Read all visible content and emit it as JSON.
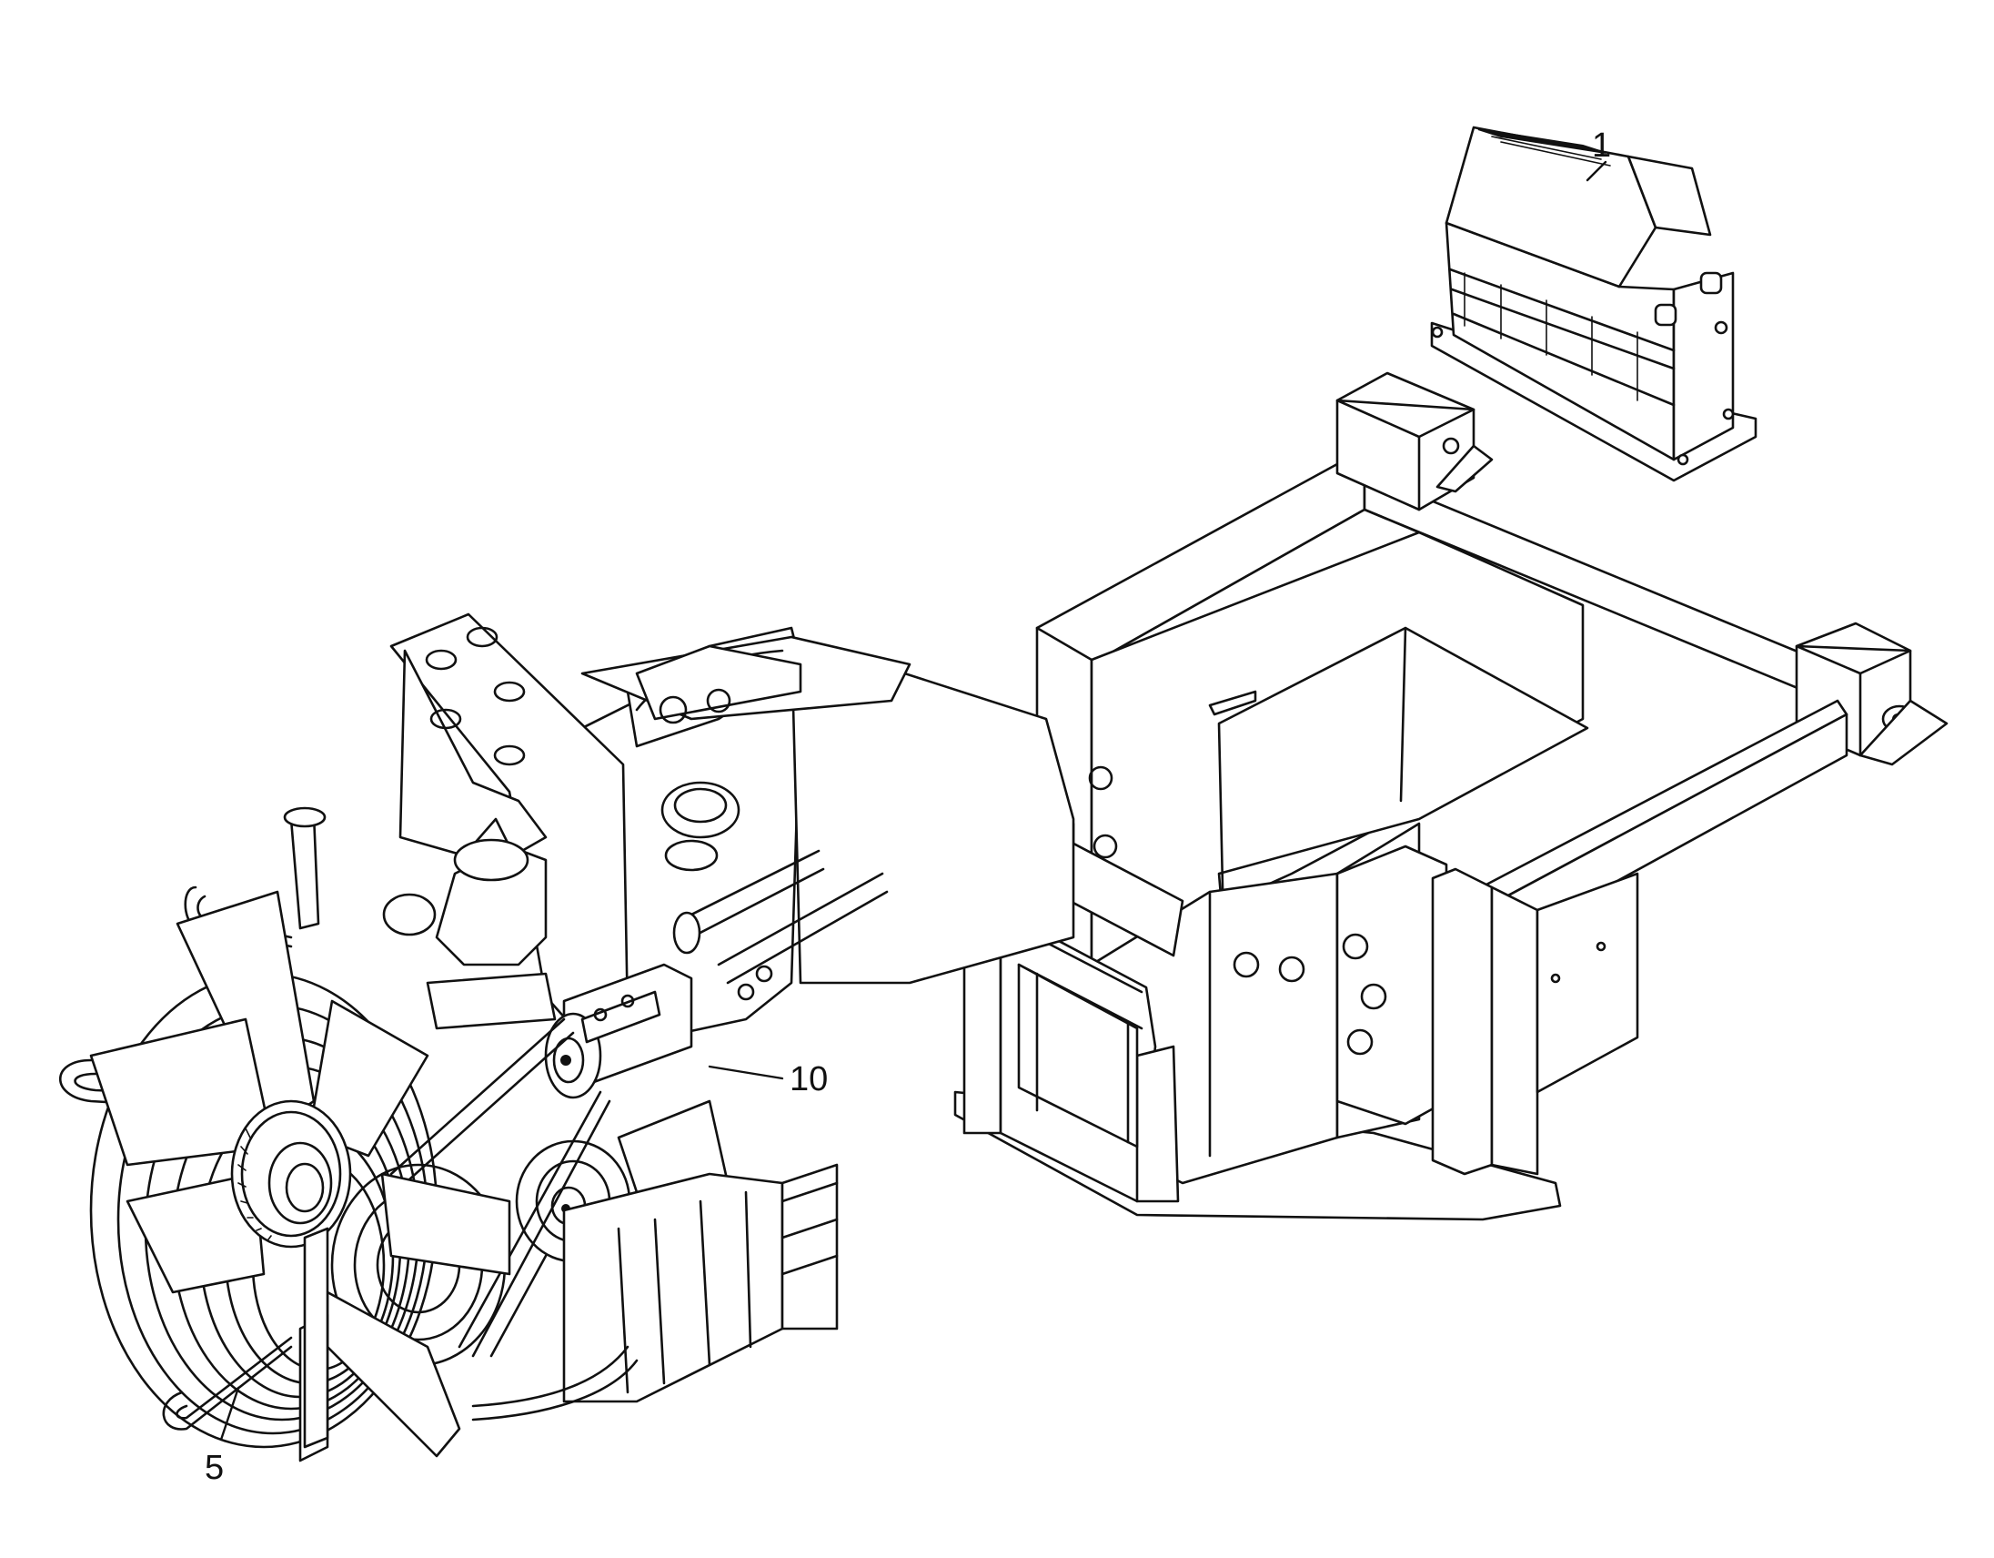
{
  "callouts": {
    "radiator": "1",
    "fan": "5",
    "compressor": "10"
  }
}
